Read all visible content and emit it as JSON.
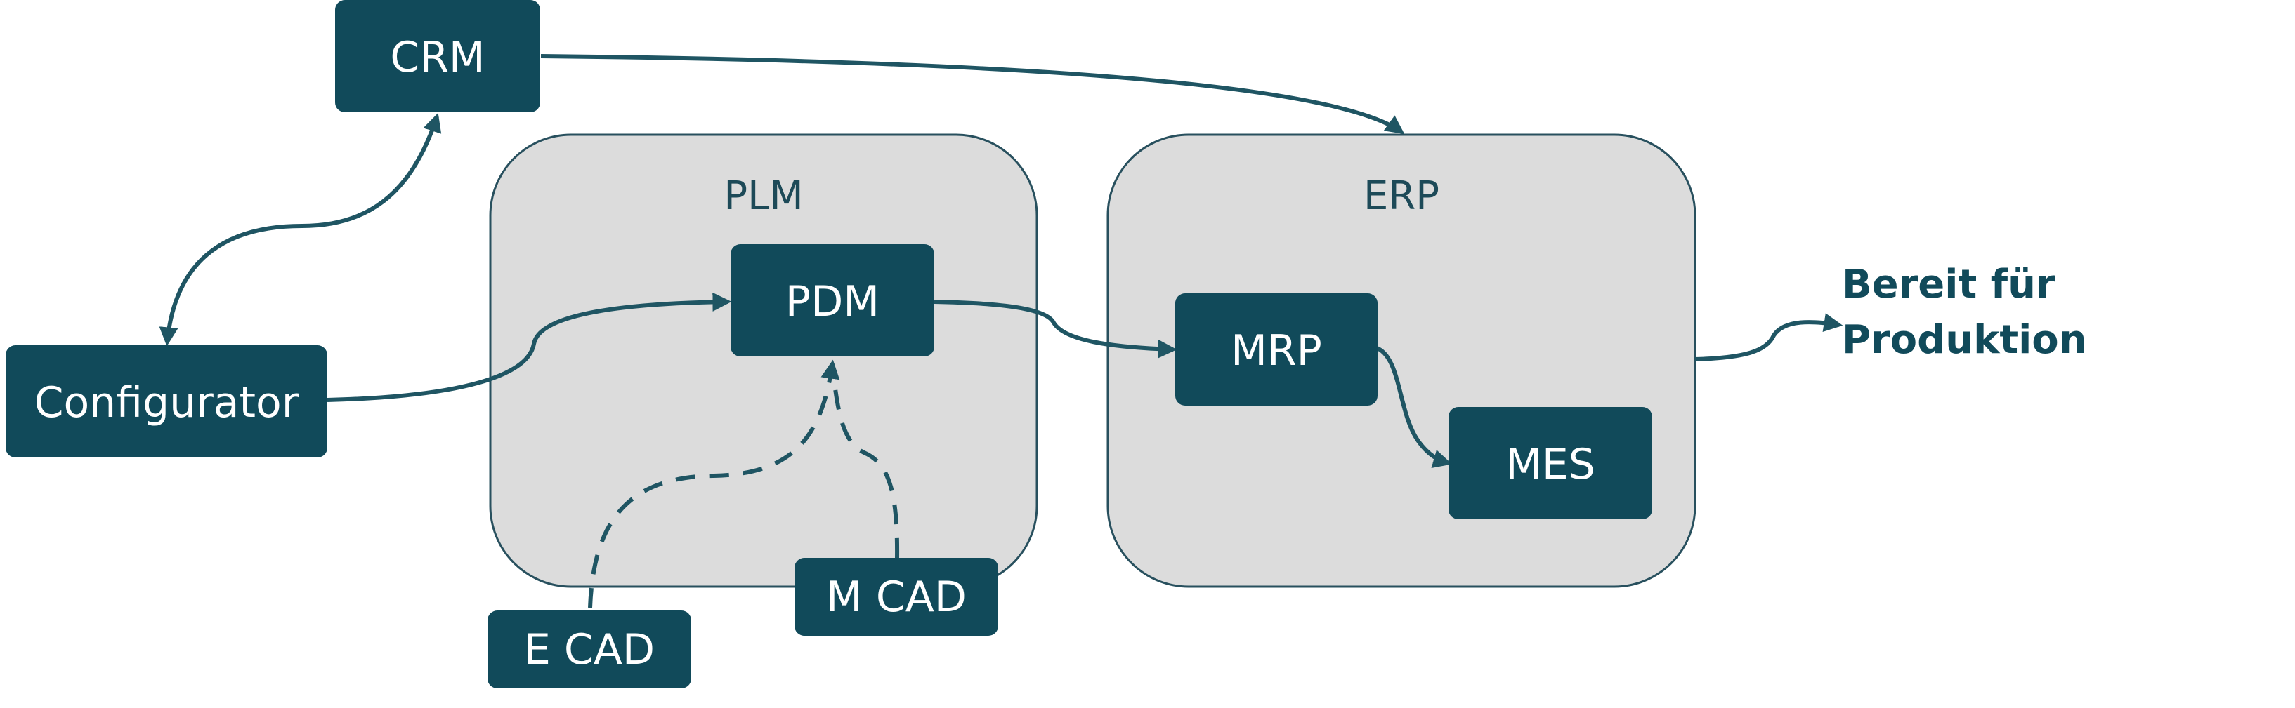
{
  "groups": {
    "plm": "PLM",
    "erp": "ERP"
  },
  "nodes": {
    "crm": "CRM",
    "configurator": "Configurator",
    "pdm": "PDM",
    "mrp": "MRP",
    "mes": "MES",
    "ecad": "E CAD",
    "mcad": "M CAD"
  },
  "output": {
    "line1": "Bereit für",
    "line2": "Produktion"
  },
  "colors": {
    "node_fill": "#114a5a",
    "group_fill": "#dcdcdc",
    "group_stroke": "#28505e",
    "connector": "#1f5563",
    "output_text": "#114a5a"
  }
}
